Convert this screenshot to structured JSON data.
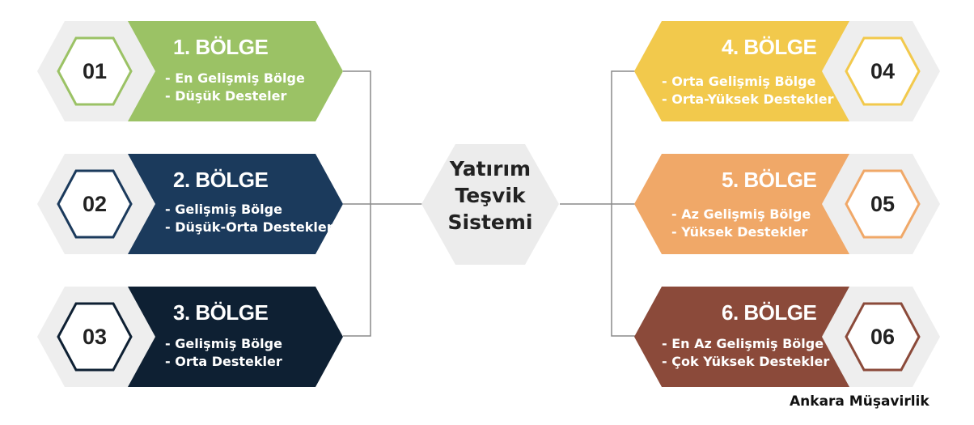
{
  "center": {
    "lines": [
      "Yatırım",
      "Teşvik",
      "Sistemi"
    ]
  },
  "regions": [
    {
      "number": "01",
      "title": "1. BÖLGE",
      "lines": [
        "- En Gelişmiş Bölge",
        "- Düşük Desteler"
      ],
      "color": "#9bc265",
      "side": "left"
    },
    {
      "number": "02",
      "title": "2. BÖLGE",
      "lines": [
        "- Gelişmiş Bölge",
        "- Düşük-Orta Destekler"
      ],
      "color": "#1b3a5c",
      "side": "left"
    },
    {
      "number": "03",
      "title": "3. BÖLGE",
      "lines": [
        "- Gelişmiş Bölge",
        "- Orta Destekler"
      ],
      "color": "#0e2033",
      "side": "left"
    },
    {
      "number": "04",
      "title": "4. BÖLGE",
      "lines": [
        "- Orta Gelişmiş Bölge",
        "- Orta-Yüksek Destekler"
      ],
      "color": "#f2c94c",
      "side": "right"
    },
    {
      "number": "05",
      "title": "5. BÖLGE",
      "lines": [
        "- Az Gelişmiş Bölge",
        "- Yüksek Destekler"
      ],
      "color": "#f0a868",
      "side": "right"
    },
    {
      "number": "06",
      "title": "6. BÖLGE",
      "lines": [
        "- En Az Gelişmiş Bölge",
        "- Çok Yüksek Destekler"
      ],
      "color": "#8b4a3a",
      "side": "right"
    }
  ],
  "credit": "Ankara Müşavirlik"
}
